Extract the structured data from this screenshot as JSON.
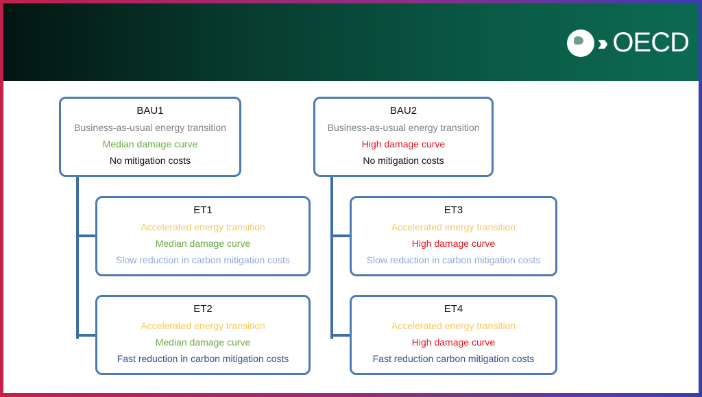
{
  "logo": {
    "text": "OECD"
  },
  "colors": {
    "grey": "#7f7f7f",
    "green": "#6aaa45",
    "red": "#e8161d",
    "yellow": "#f6c85f",
    "lightblue": "#8faadc",
    "darkblue": "#2f4f8f",
    "black": "#111111"
  },
  "boxes": {
    "bau1": {
      "title": "BAU1",
      "l1": "Business-as-usual energy transition",
      "l2": "Median damage curve",
      "l3": "No mitigation costs"
    },
    "bau2": {
      "title": "BAU2",
      "l1": "Business-as-usual energy transition",
      "l2": "High damage curve",
      "l3": "No mitigation costs"
    },
    "et1": {
      "title": "ET1",
      "l1": "Accelerated energy transition",
      "l2": "Median damage curve",
      "l3": "Slow reduction in carbon mitigation costs"
    },
    "et2": {
      "title": "ET2",
      "l1": "Accelerated energy transition",
      "l2": "Median damage curve",
      "l3": "Fast reduction in carbon mitigation costs"
    },
    "et3": {
      "title": "ET3",
      "l1": "Accelerated energy transition",
      "l2": "High damage curve",
      "l3": "Slow reduction in carbon mitigation costs"
    },
    "et4": {
      "title": "ET4",
      "l1": "Accelerated energy transition",
      "l2": "High damage curve",
      "l3": "Fast reduction carbon mitigation costs"
    }
  }
}
